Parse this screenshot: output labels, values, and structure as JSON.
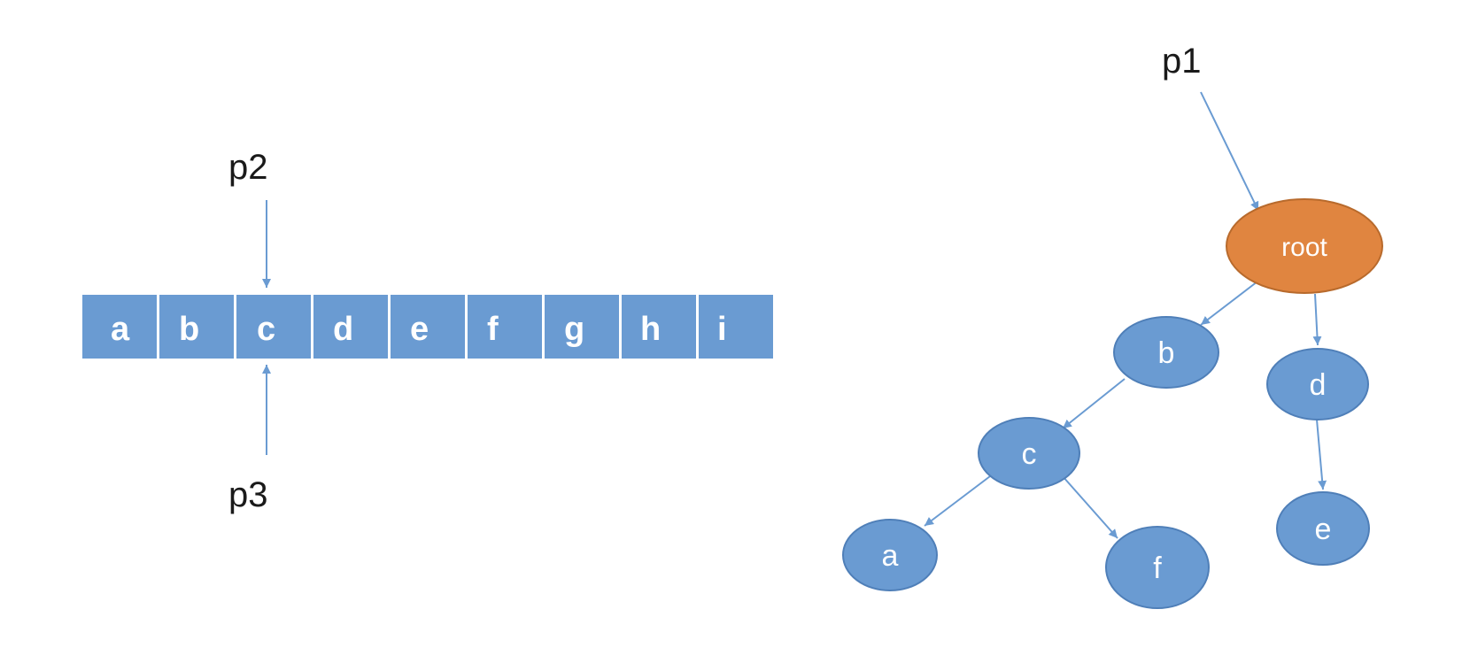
{
  "array": {
    "cells": [
      "a",
      "b",
      "c",
      "d",
      "e",
      "f",
      "g",
      "h",
      "i"
    ]
  },
  "pointers": {
    "p1": "p1",
    "p2": "p2",
    "p3": "p3"
  },
  "tree": {
    "nodes": {
      "root": "root",
      "b": "b",
      "c": "c",
      "d": "d",
      "e": "e",
      "a": "a",
      "f": "f"
    },
    "edges": [
      [
        "root",
        "b"
      ],
      [
        "root",
        "d"
      ],
      [
        "b",
        "c"
      ],
      [
        "c",
        "a"
      ],
      [
        "c",
        "f"
      ],
      [
        "d",
        "e"
      ]
    ]
  },
  "colors": {
    "node_fill": "#6a9bd2",
    "root_fill": "#e08540",
    "arrow": "#6a9bd2",
    "text": "#1a1a1a"
  }
}
